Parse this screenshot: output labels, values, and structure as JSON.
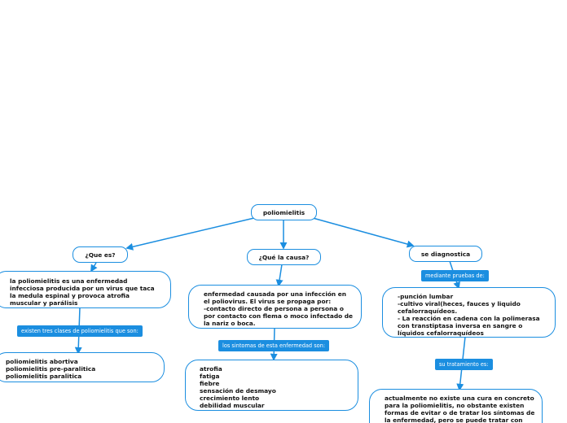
{
  "root": {
    "label": "poliomielitis"
  },
  "branches": {
    "que_es": {
      "label": "¿Que es?",
      "definition": [
        "la poliomielitis es una enfermedad",
        "infecciosa producida por un virus que taca",
        "la medula espinal y provoca atrofia",
        "muscular y parálisis"
      ],
      "connector": "existen tres clases de poliomielitis que son:",
      "types": [
        "poliomielitis abortiva",
        "poliomielitis pre-paralitica",
        "poliomielitis paralitica"
      ]
    },
    "causa": {
      "label": "¿Qué la causa?",
      "description": [
        "enfermedad causada por  una infección en",
        "el poliovirus. El virus se propaga por:",
        "-contacto directo de persona a persona o",
        "por contacto con flema o moco infectado de",
        "la nariz o boca."
      ],
      "connector": "los sintomas de esta enfermedad son:",
      "symptoms": [
        "atrofia",
        "fatiga",
        "fiebre",
        "sensación de desmayo",
        "crecimiento lento",
        "debilidad muscular"
      ]
    },
    "diagnostica": {
      "label": "se diagnostica",
      "connector": "mediante pruebas de:",
      "tests": [
        "-punción lumbar",
        "-cultivo viral(heces, fauces y liquido",
        "cefalorraquídeos.",
        "- La reacción en cadena con la polimerasa",
        "con transtiptasa inversa en sangre o",
        "líquidos cefalorraquídeos"
      ],
      "treatment_connector": "su tratamiento es:",
      "treatment": [
        "actualmente no existe una cura en concreto",
        "para la poliomielitis, no obstante existen",
        "formas de evitar o de tratar los síntomas de",
        "la enfermedad, pero se puede tratar con"
      ]
    }
  },
  "colors": {
    "accent": "#1b8ee0",
    "text": "#111111",
    "tag_text": "#ffffff"
  }
}
